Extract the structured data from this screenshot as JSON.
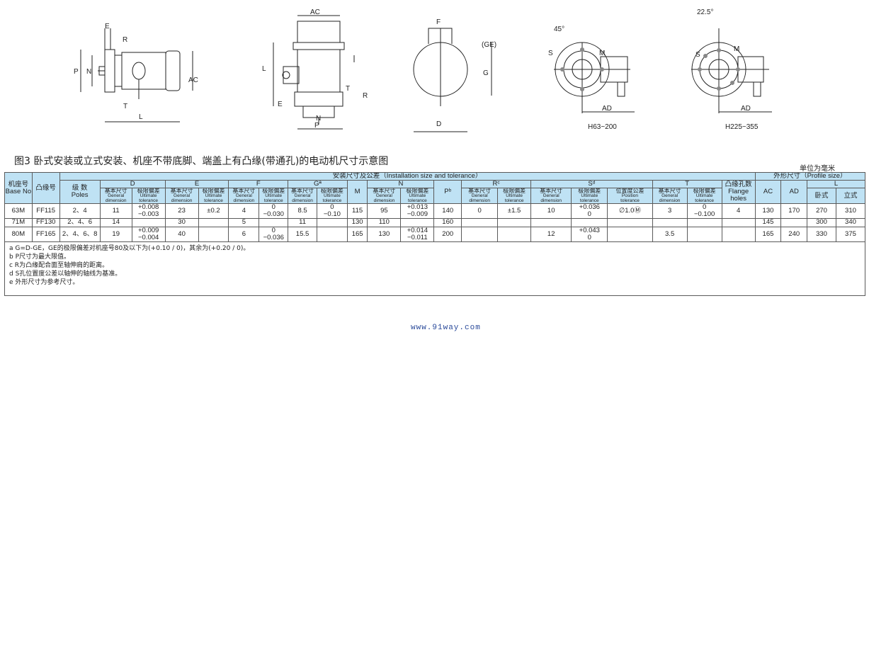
{
  "drawings": {
    "labels": {
      "e": "E",
      "r": "R",
      "p": "P",
      "n": "N",
      "ac": "AC",
      "t": "T",
      "l": "L"
    },
    "front_labels": {
      "ac": "AC",
      "l": "L",
      "t": "T",
      "r": "R",
      "e": "E",
      "n": "N",
      "p": "P"
    },
    "shaft": {
      "f": "F",
      "ge": "(GE)",
      "g": "G",
      "d": "D"
    },
    "flange1": {
      "angle": "45°",
      "s": "S",
      "m": "M",
      "ad": "AD",
      "caption": "H63~200"
    },
    "flange2": {
      "angle": "22.5°",
      "s": "S",
      "m": "M",
      "ad": "AD",
      "caption": "H225~355"
    }
  },
  "title": "图3 卧式安装或立式安装、机座不带底脚、端盖上有凸缘(带通孔)的电动机尺寸示意图",
  "unit": "单位为毫米",
  "watermark": "www.91way.com",
  "header": {
    "install": "安装尺寸及公差（Installation size and tolerance）",
    "profile": "外形尺寸（Profile size）",
    "base_no": "机座号\nBase No",
    "flange_no": "凸缘号",
    "poles": "级 数\nPoles",
    "D": "D",
    "E": "E",
    "F": "F",
    "G": "Gª",
    "M": "M",
    "N": "N",
    "P": "Pᵇ",
    "R": "Rᶜ",
    "S": "Sᵈ",
    "T": "T",
    "holes": "凸缘孔数\nFlange\nholes",
    "AC": "AC",
    "AD": "AD",
    "L": "L",
    "gen": "基本尺寸",
    "gen_en": "General\ndimension",
    "tol": "极限偏差",
    "tol_en": "Ultimate\ntolerance",
    "pos": "位置度公差",
    "pos_en": "Position\ntolerance",
    "horiz": "卧式",
    "vert": "立式"
  },
  "rows": [
    [
      "63M",
      "FF115",
      "2、4",
      "11",
      "+0.008\n−0.003",
      "23",
      "±0.2",
      "4",
      "0\n−0.030",
      "8.5",
      "0\n−0.10",
      "115",
      "95",
      "+0.013\n−0.009",
      "140",
      "0",
      "±1.5",
      "10",
      "+0.036\n0",
      "∅1.0Ⓜ",
      "3",
      "0\n−0.100",
      "4",
      "130",
      "170",
      "270",
      "310"
    ],
    [
      "71M",
      "FF130",
      "2、4、6",
      "14",
      "",
      "30",
      "",
      "5",
      "",
      "11",
      "",
      "130",
      "110",
      "",
      "160",
      "",
      "",
      "",
      "",
      "",
      "",
      "",
      "",
      "145",
      "",
      "300",
      "340"
    ],
    [
      "80M",
      "FF165",
      "2、4、6、8",
      "19",
      "+0.009\n−0.004",
      "40",
      "",
      "6",
      "0\n−0.036",
      "15.5",
      "",
      "165",
      "130",
      "+0.014\n−0.011",
      "200",
      "",
      "",
      "12",
      "+0.043\n0",
      "",
      "3.5",
      "",
      "",
      "165",
      "240",
      "330",
      "375"
    ]
  ],
  "notes": [
    "a G=D-GE，GE的极限偏差对机座号80及以下为(+0.10 / 0)，其余为(+0.20 / 0)。",
    "b P尺寸为最大限值。",
    "c R为凸缘配合面至轴伸肩的距离。",
    "d S孔位置度公差以轴伸的轴线为基准。",
    "e 外形尺寸为参考尺寸。"
  ]
}
